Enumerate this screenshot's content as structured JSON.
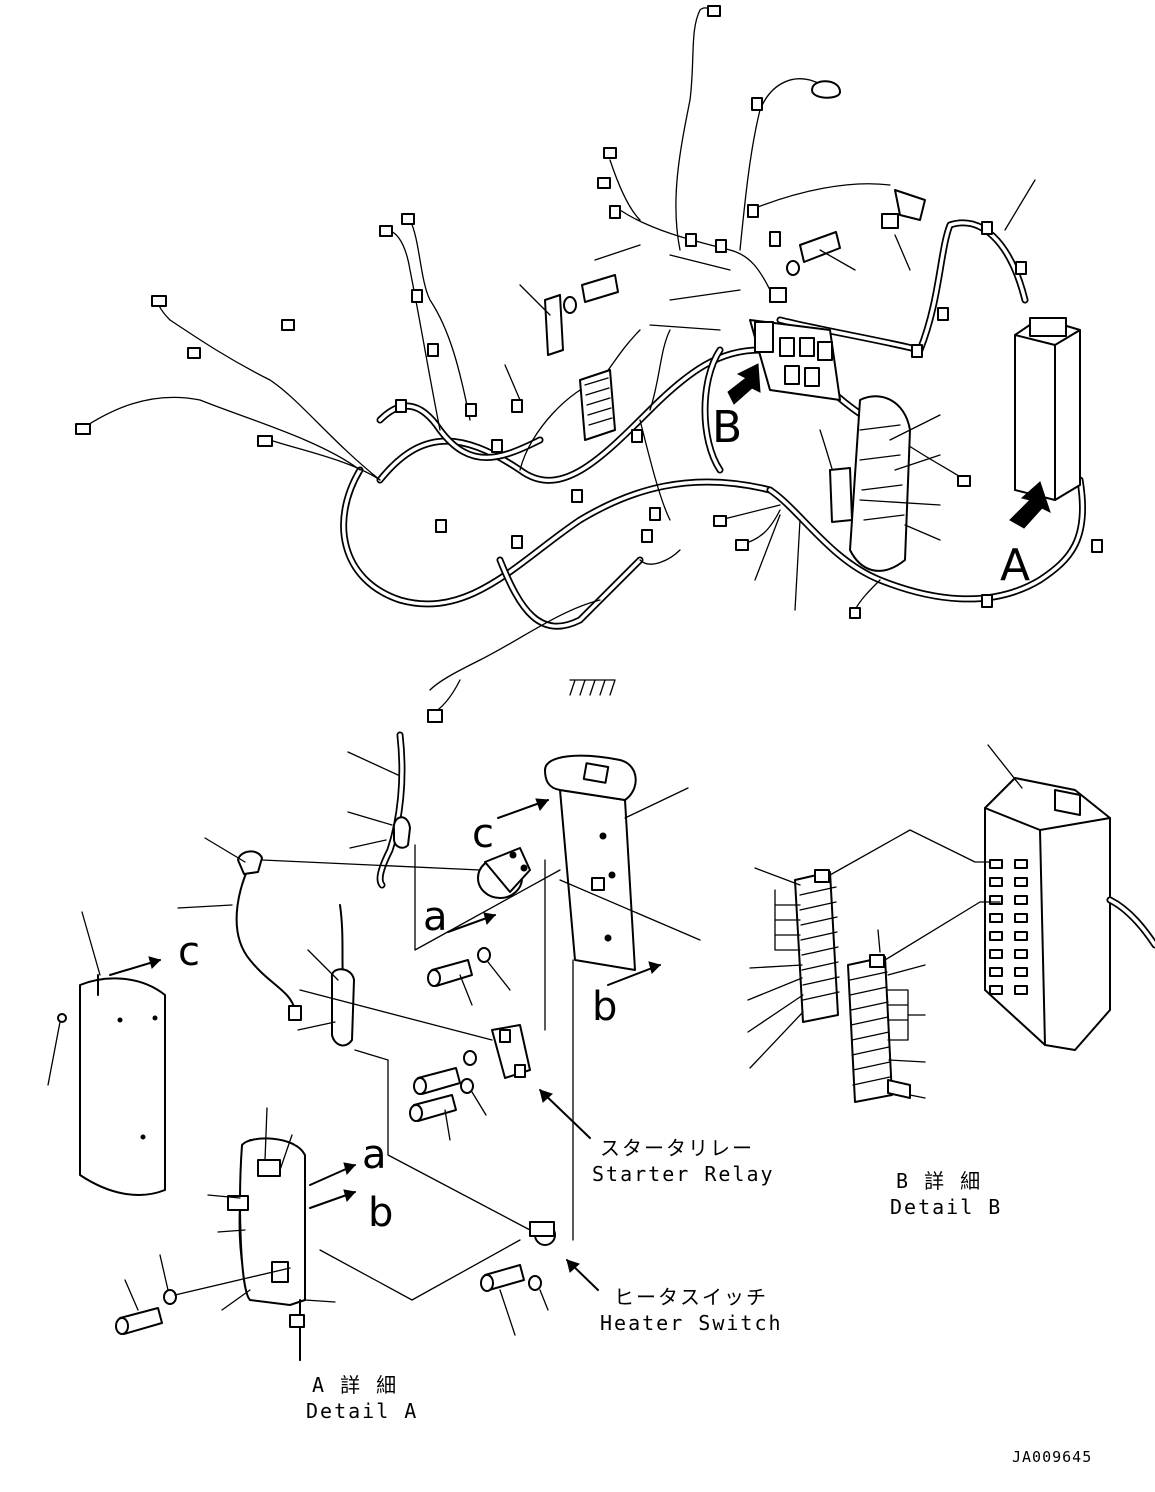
{
  "labels": {
    "view_A": "A",
    "view_B": "B",
    "ref_a_1": "a",
    "ref_a_2": "a",
    "ref_b_1": "b",
    "ref_b_2": "b",
    "ref_c_1": "c",
    "ref_c_2": "c"
  },
  "callouts": {
    "starter_relay_jp": "スタータリレー",
    "starter_relay_en": "Starter Relay",
    "heater_switch_jp": "ヒータスイッチ",
    "heater_switch_en": "Heater Switch"
  },
  "details": {
    "detail_a_jp": "A 詳 細",
    "detail_a_en": "Detail A",
    "detail_b_jp": "B 詳 細",
    "detail_b_en": "Detail B"
  },
  "drawing_code": "JA009645"
}
